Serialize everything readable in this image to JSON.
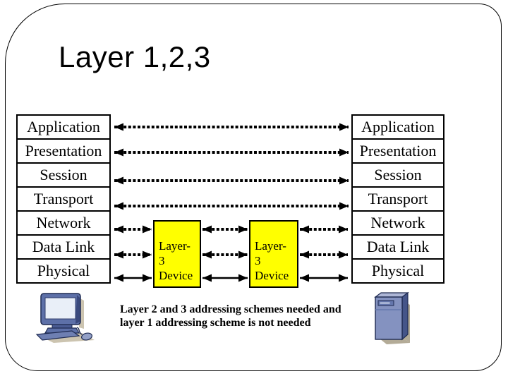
{
  "title": "Layer 1,2,3",
  "layers": [
    "Application",
    "Presentation",
    "Session",
    "Transport",
    "Network",
    "Data Link",
    "Physical"
  ],
  "device_box": {
    "line1": "Layer-",
    "line2": "3",
    "line3": "Device"
  },
  "caption": {
    "line1": "Layer 2 and 3 addressing schemes needed and",
    "line2": "layer 1 addressing scheme is not needed"
  },
  "icons": {
    "left": "desktop-computer-icon",
    "right": "server-tower-icon"
  },
  "colors": {
    "device_box_fill": "#FFFF00",
    "device_box_border": "#000000",
    "arrow": "#000000",
    "layer_box_fill": "#FFFFFF",
    "layer_box_border": "#000000"
  },
  "connections": {
    "end_to_end_dotted": [
      "Application",
      "Presentation",
      "Session",
      "Transport"
    ],
    "device_hop_dotted": [
      "Network",
      "Data Link"
    ],
    "device_hop_solid": [
      "Physical"
    ]
  }
}
